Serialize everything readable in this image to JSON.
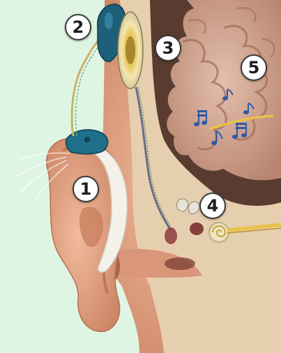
{
  "diagram": {
    "callouts": [
      {
        "id": "c1",
        "label": "1",
        "part": "microphone-and-speech-processor"
      },
      {
        "id": "c2",
        "label": "2",
        "part": "transmitter-coil"
      },
      {
        "id": "c3",
        "label": "3",
        "part": "receiver-stimulator"
      },
      {
        "id": "c4",
        "label": "4",
        "part": "electrode-array-in-cochlea"
      },
      {
        "id": "c5",
        "label": "5",
        "part": "auditory-nerve-and-brain"
      }
    ],
    "colors": {
      "background": "#dff5e4",
      "skin": "#e8a88a",
      "skin_shadow": "#c98262",
      "bone": "#e6cfae",
      "brain": "#c99a86",
      "brain_dark": "#5a3b30",
      "device": "#1e5f7a",
      "electrode": "#e8c24a",
      "music_note": "#2d5aa8"
    },
    "icons": [
      "music-note-icon"
    ]
  }
}
